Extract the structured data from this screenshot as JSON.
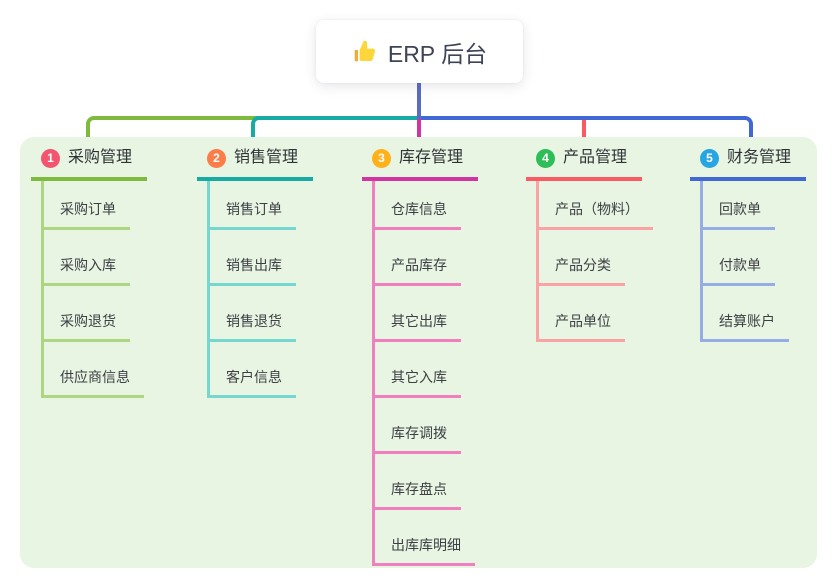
{
  "root": {
    "title": "ERP 后台",
    "icon": "thumbs-up",
    "line_color": "#5b6bc8"
  },
  "canvas": {
    "background": "#e8f5e2"
  },
  "branches": [
    {
      "badge": "1",
      "label": "采购管理",
      "colors": {
        "main": "#7eba3e",
        "light": "#aed581",
        "badge": "#f4556e"
      },
      "children": [
        "采购订单",
        "采购入库",
        "采购退货",
        "供应商信息"
      ]
    },
    {
      "badge": "2",
      "label": "销售管理",
      "colors": {
        "main": "#17aba4",
        "light": "#76d7d0",
        "badge": "#fb7d49"
      },
      "children": [
        "销售订单",
        "销售出库",
        "销售退货",
        "客户信息"
      ]
    },
    {
      "badge": "3",
      "label": "库存管理",
      "colors": {
        "main": "#d2359f",
        "light": "#f07fc0",
        "badge": "#ffb11a"
      },
      "children": [
        "仓库信息",
        "产品库存",
        "其它出库",
        "其它入库",
        "库存调拨",
        "库存盘点",
        "出库库明细"
      ]
    },
    {
      "badge": "4",
      "label": "产品管理",
      "colors": {
        "main": "#fa5a61",
        "light": "#fba3a4",
        "badge": "#2fbd57"
      },
      "children": [
        "产品（物料）",
        "产品分类",
        "产品单位"
      ]
    },
    {
      "badge": "5",
      "label": "财务管理",
      "colors": {
        "main": "#4169d6",
        "light": "#95ace4",
        "badge": "#27a5e2"
      },
      "children": [
        "回款单",
        "付款单",
        "结算账户"
      ]
    }
  ]
}
